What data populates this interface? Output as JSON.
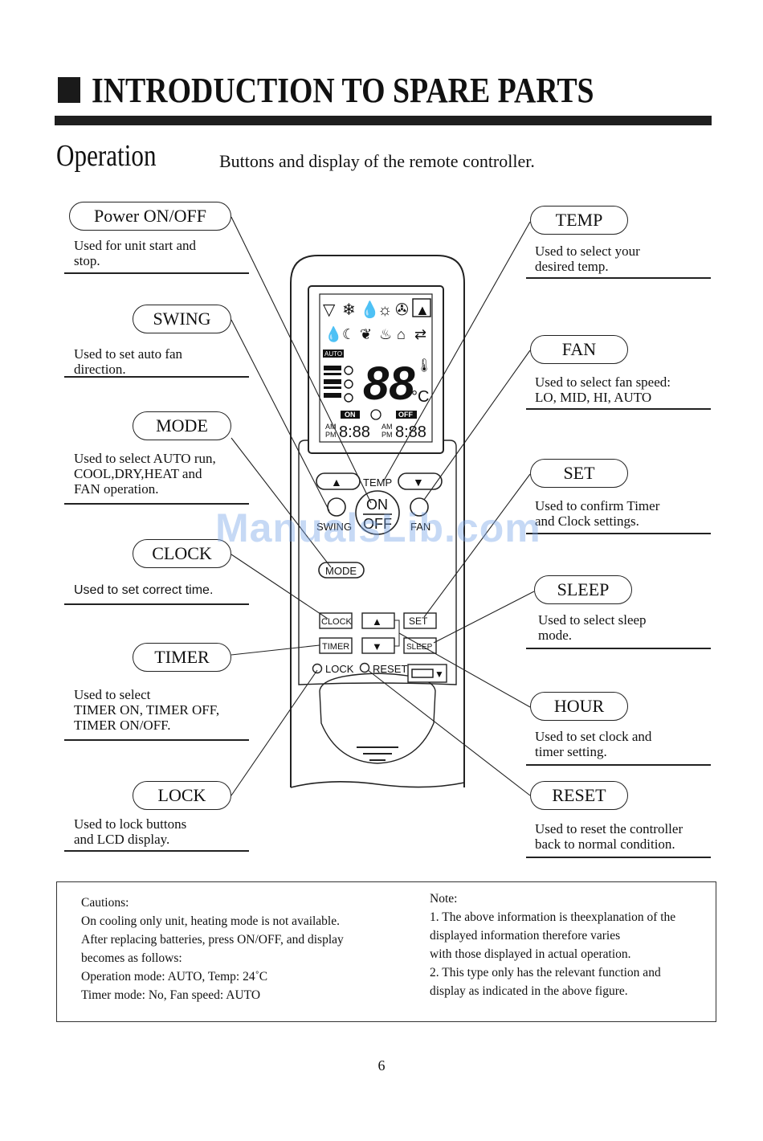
{
  "header": {
    "title": "INTRODUCTION TO SPARE PARTS"
  },
  "section": {
    "heading": "Operation",
    "subtitle": "Buttons and display of the remote controller."
  },
  "callouts_left": [
    {
      "label": "Power ON/OFF",
      "desc": "Used for unit start and\nstop."
    },
    {
      "label": "SWING",
      "desc": "Used to set auto fan\ndirection."
    },
    {
      "label": "MODE",
      "desc": "Used to select  AUTO run,\nCOOL,DRY,HEAT and\nFAN operation."
    },
    {
      "label": "CLOCK",
      "desc": "Used to set correct time."
    },
    {
      "label": "TIMER",
      "desc": "Used to select\nTIMER ON, TIMER OFF,\nTIMER ON/OFF."
    },
    {
      "label": "LOCK",
      "desc": "Used to lock buttons\nand LCD display."
    }
  ],
  "callouts_right": [
    {
      "label": "TEMP",
      "desc": "Used to select your\ndesired temp."
    },
    {
      "label": "FAN",
      "desc": "Used to select fan speed:\nLO, MID, HI, AUTO"
    },
    {
      "label": "SET",
      "desc": "Used to confirm Timer\nand Clock settings."
    },
    {
      "label": "SLEEP",
      "desc": "Used to select sleep\nmode."
    },
    {
      "label": "HOUR",
      "desc": "Used to set clock and\ntimer setting."
    },
    {
      "label": "RESET",
      "desc": "Used to reset the controller\nback to normal condition."
    }
  ],
  "remote": {
    "lcd": {
      "auto_badge": "AUTO",
      "big_digits": "88",
      "unit": "°C",
      "on_label": "ON",
      "off_label": "OFF",
      "am": "AM",
      "pm": "PM",
      "time_left": "8:88",
      "time_right": "8:88"
    },
    "buttons": {
      "temp": "TEMP",
      "on": "ON",
      "off": "OFF",
      "swing": "SWING",
      "fan": "FAN",
      "mode": "MODE",
      "clock": "CLOCK",
      "timer": "TIMER",
      "set": "SET",
      "sleep": "SLEEP",
      "lock": "LOCK",
      "reset": "RESET"
    }
  },
  "notes": {
    "cautions": "Cautions:\nOn cooling only unit, heating mode is not available.\nAfter replacing batteries, press ON/OFF, and display\nbecomes as follows:\nOperation mode: AUTO,  Temp: 24˚C\nTimer mode: No, Fan speed: AUTO",
    "note": "Note:\n1. The above information is theexplanation of the\ndisplayed  information therefore varies\nwith those displayed in actual operation.\n2. This type only has the relevant function and\ndisplay as indicated in the above figure."
  },
  "watermark": "ManualsLib.com",
  "page_number": "6"
}
